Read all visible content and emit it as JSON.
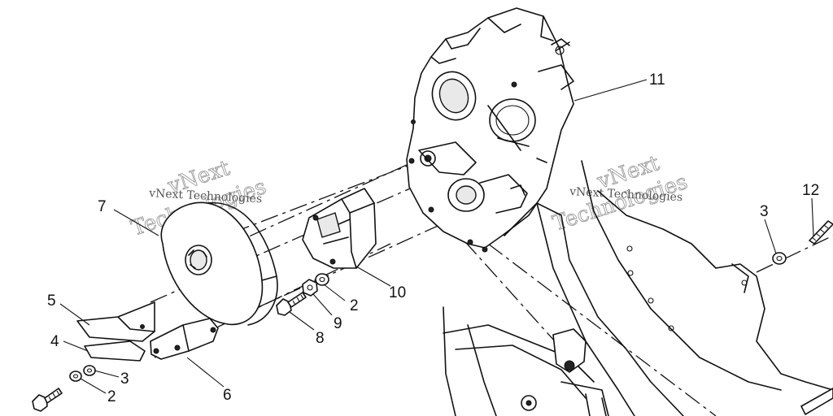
{
  "callouts": {
    "c1": "11",
    "c2": "7",
    "c3": "10",
    "c4": "2",
    "c5": "9",
    "c6": "8",
    "c7": "5",
    "c8": "4",
    "c9": "3",
    "c10": "2",
    "c11": "6",
    "c12": "3",
    "c13": "12"
  },
  "watermarks": {
    "left": "vNext Technologies",
    "right": "vNext Technologies"
  }
}
